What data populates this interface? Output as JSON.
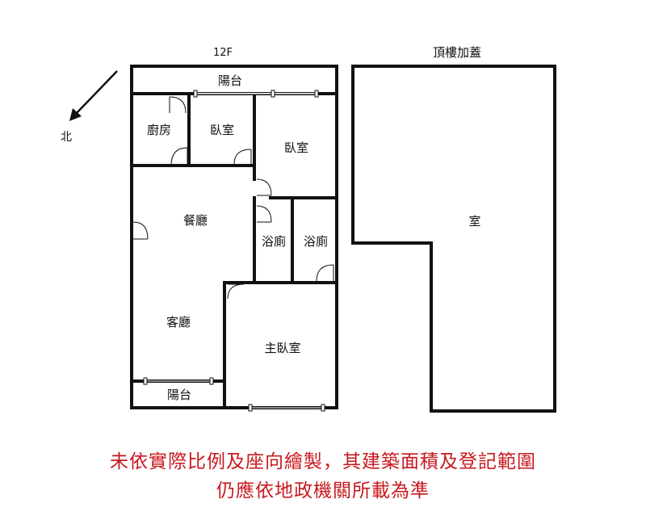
{
  "floor_label": "12F",
  "roof_label": "頂樓加蓋",
  "north_label": "北",
  "rooms": {
    "top_balcony": "陽台",
    "kitchen": "廚房",
    "bedroom_small": "臥室",
    "bedroom": "臥室",
    "dining": "餐廳",
    "bath_1": "浴廁",
    "bath_2": "浴廁",
    "living": "客廳",
    "master_bedroom": "主臥室",
    "bottom_balcony": "陽台",
    "roof_room": "室"
  },
  "disclaimer": {
    "line1": "未依實際比例及座向繪製，其建築面積及登記範圍",
    "line2": "仍應依地政機關所載為準"
  },
  "colors": {
    "wall": "#111111",
    "disclaimer": "#c8191e"
  }
}
